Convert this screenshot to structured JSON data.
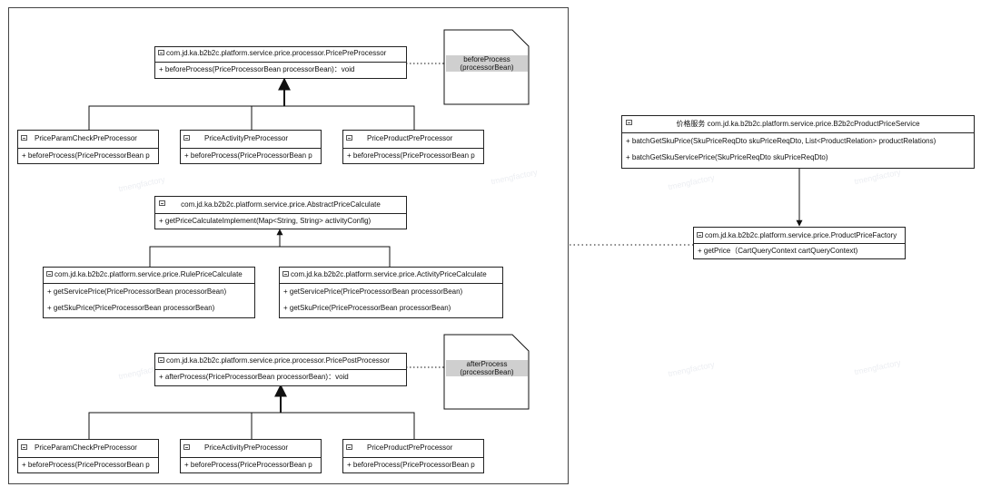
{
  "pre_processor": {
    "title": "com.jd.ka.b2b2c.platform.service.price.processor.PricePreProcessor",
    "method": "+ beforeProcess(PriceProcessorBean processorBean)：void",
    "note_label": [
      "beforeProcess",
      "(processorBean)"
    ]
  },
  "pre_subclasses": [
    {
      "title": "PriceParamCheckPreProcessor",
      "method": "+ beforeProcess(PriceProcessorBean p"
    },
    {
      "title": "PriceActivityPreProcessor",
      "method": "+ beforeProcess(PriceProcessorBean p"
    },
    {
      "title": "PriceProductPreProcessor",
      "method": "+ beforeProcess(PriceProcessorBean p"
    }
  ],
  "calculate": {
    "title": "com.jd.ka.b2b2c.platform.service.price.AbstractPriceCalculate",
    "method": "+ getPriceCalculateImplement(Map<String, String> activityConfig)"
  },
  "calc_subclasses": [
    {
      "title": "com.jd.ka.b2b2c.platform.service.price.RulePriceCalculate",
      "methods": [
        "+ getServicePrice(PriceProcessorBean processorBean)",
        "+ getSkuPrice(PriceProcessorBean processorBean)"
      ]
    },
    {
      "title": "com.jd.ka.b2b2c.platform.service.price.ActivityPriceCalculate",
      "methods": [
        "+ getServicePrice(PriceProcessorBean processorBean)",
        "+ getSkuPrice(PriceProcessorBean processorBean)"
      ]
    }
  ],
  "post_processor": {
    "title": "com.jd.ka.b2b2c.platform.service.price.processor.PricePostProcessor",
    "method": "+ afterProcess(PriceProcessorBean processorBean)：void",
    "note_label": [
      "afterProcess",
      "(processorBean)"
    ]
  },
  "post_subclasses": [
    {
      "title": "PriceParamCheckPreProcessor",
      "method": "+ beforeProcess(PriceProcessorBean p"
    },
    {
      "title": "PriceActivityPreProcessor",
      "method": "+ beforeProcess(PriceProcessorBean p"
    },
    {
      "title": "PriceProductPreProcessor",
      "method": "+ beforeProcess(PriceProcessorBean p"
    }
  ],
  "service": {
    "title": "价格服务  com.jd.ka.b2b2c.platform.service.price.B2b2cProductPriceService",
    "methods": [
      "+ batchGetSkuPrice(SkuPriceReqDto skuPriceReqDto, List<ProductRelation> productRelations)",
      "+ batchGetSkuServicePrice(SkuPriceReqDto skuPriceReqDto)"
    ]
  },
  "factory": {
    "title": "com.jd.ka.b2b2c.platform.service.price.ProductPriceFactory",
    "method": "+ getPrice（CartQueryContext cartQueryContext)"
  },
  "watermark": "tmengfactory"
}
